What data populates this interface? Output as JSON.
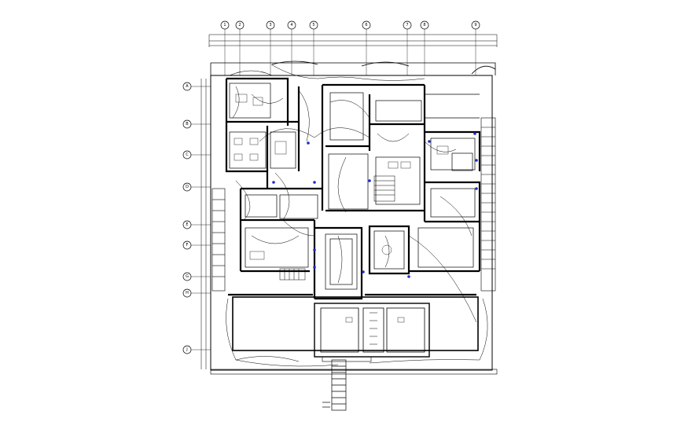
{
  "drawing": {
    "grid_columns": [
      "1",
      "2",
      "3",
      "4",
      "5",
      "6",
      "7",
      "8",
      "9"
    ],
    "grid_rows": [
      "A",
      "B",
      "C",
      "D",
      "E",
      "F",
      "G",
      "H",
      "J"
    ],
    "colors": {
      "line": "#000000",
      "fixture": "#1a2cc8",
      "background": "#ffffff"
    }
  }
}
